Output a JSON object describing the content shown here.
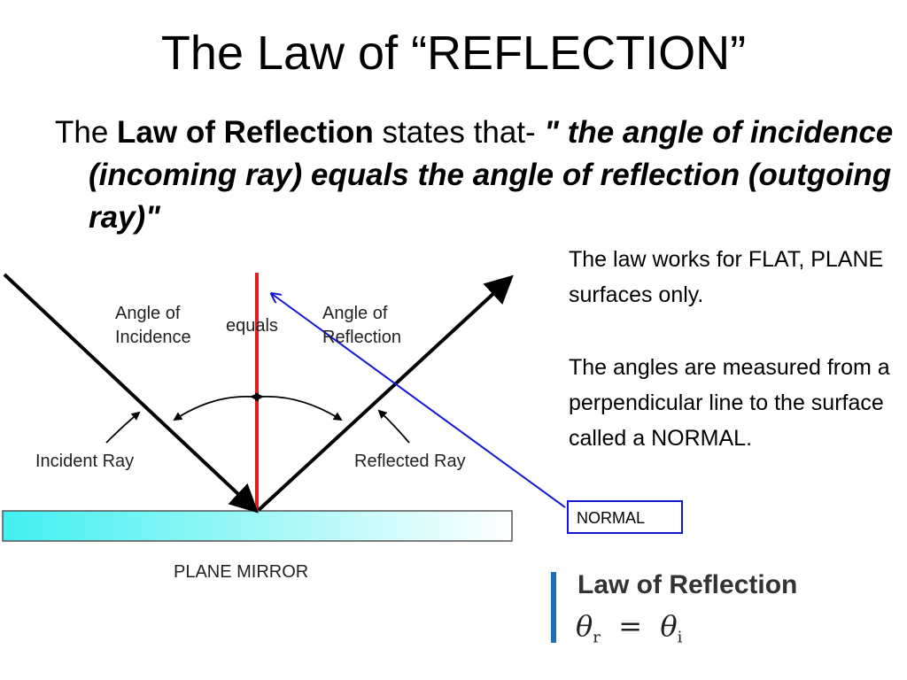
{
  "title": "The Law of “REFLECTION”",
  "statement": {
    "lead": "The ",
    "bold_term": "Law of Reflection",
    "middle": " states that- ",
    "quote": "\" the angle of incidence (incoming ray) equals the angle of reflection (outgoing ray)\""
  },
  "notes": [
    "The law works for FLAT, PLANE surfaces only.",
    "The angles are measured from a perpendicular line to the surface called a NORMAL."
  ],
  "normal_label": "NORMAL",
  "diagram": {
    "angle_of_incidence": [
      "Angle of",
      "Incidence"
    ],
    "equals": "equals",
    "angle_of_reflection": [
      "Angle of",
      "Reflection"
    ],
    "incident_ray": "Incident Ray",
    "reflected_ray": "Reflected Ray",
    "mirror": "PLANE MIRROR",
    "colors": {
      "normal": "#e02020",
      "mirror": "#4ef0f0",
      "pointer": "#1515d8"
    }
  },
  "formula": {
    "title": "Law of Reflection",
    "lhs_symbol": "θ",
    "lhs_sub": "r",
    "operator": "=",
    "rhs_symbol": "θ",
    "rhs_sub": "i"
  }
}
